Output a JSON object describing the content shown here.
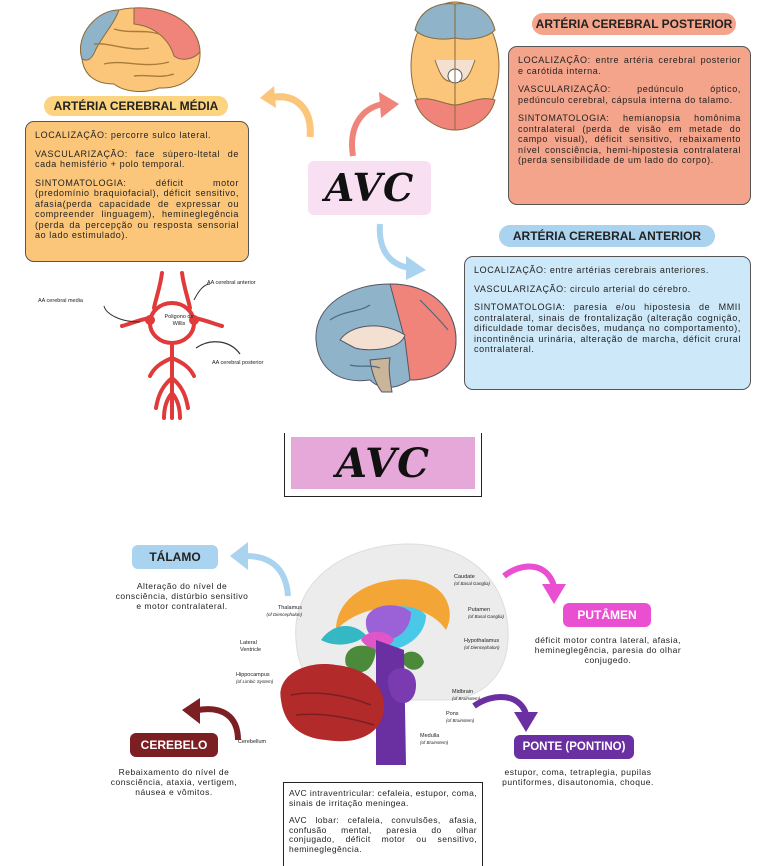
{
  "title_main": "AVC",
  "title_second": "AVC",
  "media": {
    "title": "ARTÉRIA CEREBRAL MÉDIA",
    "p1": "LOCALIZAÇÃO: percorre sulco lateral.",
    "p2": "VASCULARIZAÇÃO: face súpero-ltetal de cada hemisfério + polo temporal.",
    "p3": "SINTOMATOLOGIA: déficit motor (predomínio braquiofacial), déficit sensitivo, afasia(perda capacidade de expressar ou compreender linguagem), hemineglegência (perda da percepção ou resposta sensorial ao lado estimulado)."
  },
  "posterior": {
    "title": "ARTÉRIA CEREBRAL POSTERIOR",
    "p1": "LOCALIZAÇÃO: entre artéria cerebral posterior e carótida interna.",
    "p2": "VASCULARIZAÇÃO: pedúnculo óptico, pedúnculo cerebral, cápsula interna do talamo.",
    "p3": "SINTOMATOLOGIA: hemianopsia homônima contralateral (perda de visão em metade do campo visual), déficit sensitivo, rebaixamento nível consciência, hemi-hipostesia contralateral (perda sensibilidade de um lado do corpo)."
  },
  "anterior": {
    "title": "ARTÉRIA CEREBRAL ANTERIOR",
    "p1": "LOCALIZAÇÃO: entre artérias cerebrais anteriores.",
    "p2": "VASCULARIZAÇÃO: circulo arterial do cérebro.",
    "p3": "SINTOMATOLOGIA: paresia e/ou hipostesia de MMII contralateral, sinais de frontalização (alteração cognição, dificuldade tomar decisões, mudança no comportamento), incontinência urinária, alteração de marcha, déficit crural contralateral."
  },
  "willis": {
    "aa_media": "AA cerebral media",
    "aa_anterior": "AA cerebral anterior",
    "aa_posterior": "AA cerebral posterior",
    "poligono": "Poligono de Willis"
  },
  "talamo": {
    "title": "TÁLAMO",
    "text": "Alteração do nível de consciência, distúrbio sensitivo e motor contralateral."
  },
  "putamen": {
    "title": "PUTÂMEN",
    "text": "déficit motor contra lateral, afasia, hemineglegência, paresia do olhar conjugedo."
  },
  "cerebelo": {
    "title": "CEREBELO",
    "text": "Rebaixamento do nível de consciência, ataxia, vertigem, náusea e vômitos."
  },
  "ponte": {
    "title": "PONTE (PONTINO)",
    "text": "estupor, coma, tetraplegia, pupilas puntiformes, disautonomia, choque."
  },
  "bottom_box": {
    "p1": "AVC intraventricular: cefaleia, estupor, coma, sinais de irritação meningea.",
    "p2": "AVC lobar: cefaleia, convulsões, afasia, confusão mental, paresia do olhar conjugado, déficit motor ou sensitivo, hemineglegência."
  },
  "brain_labels": {
    "caudate": "Caudate",
    "caudate_sub": "(of Basal Ganglia)",
    "thalamus": "Thalamus",
    "thalamus_sub": "(of Diencephalon)",
    "putamen": "Putamen",
    "putamen_sub": "(of Basal Ganglia)",
    "lateral_ventricle": "Lateral Ventricle",
    "hypothalamus": "Hypothalamus",
    "hypothalamus_sub": "(of Diencephalon)",
    "hippocampus": "Hippocampus",
    "hippocampus_sub": "(of Limbic System)",
    "midbrain": "Midbrain",
    "midbrain_sub": "(of Brainstem)",
    "pons": "Pons",
    "pons_sub": "(of Brainstem)",
    "medulla": "Medulla",
    "medulla_sub": "(of Brainstem)",
    "cerebellum": "Cerebellum"
  },
  "colors": {
    "orange_box": "#fbc67a",
    "salmon_box": "#f4a48a",
    "blue_box": "#cde8f8",
    "media_pill": "#fcd37e",
    "posterior_pill": "#f4a48a",
    "anterior_pill": "#a9d3ef",
    "avc_bg": "#f8dff2",
    "talamo_pill": "#a9d3ef",
    "putamen_pill": "#ea4fd2",
    "cerebelo_pill": "#7b1f22",
    "ponte_pill": "#6a2fa0"
  }
}
